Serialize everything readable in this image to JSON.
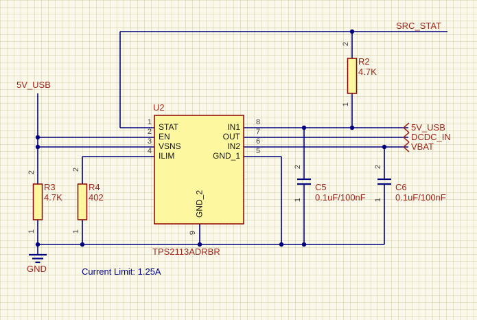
{
  "u2": {
    "designator": "U2",
    "part": "TPS2113ADRBR",
    "pins_left": [
      {
        "num": "1",
        "name": "STAT"
      },
      {
        "num": "2",
        "name": "EN"
      },
      {
        "num": "3",
        "name": "VSNS"
      },
      {
        "num": "4",
        "name": "ILIM"
      }
    ],
    "pins_right": [
      {
        "num": "8",
        "name": "IN1"
      },
      {
        "num": "7",
        "name": "OUT"
      },
      {
        "num": "6",
        "name": "IN2"
      },
      {
        "num": "5",
        "name": "GND_1"
      }
    ],
    "pin_bottom": {
      "num": "9",
      "name": "GND_2"
    }
  },
  "r2": {
    "designator": "R2",
    "value": "4.7K",
    "pin_top": "2",
    "pin_bottom": "1"
  },
  "r3": {
    "designator": "R3",
    "value": "4.7K",
    "pin_top": "2",
    "pin_bottom": "1"
  },
  "r4": {
    "designator": "R4",
    "value": "402",
    "pin_top": "2",
    "pin_bottom": "1"
  },
  "c5": {
    "designator": "C5",
    "value": "0.1uF/100nF",
    "pin_top": "2",
    "pin_bottom": "1"
  },
  "c6": {
    "designator": "C6",
    "value": "0.1uF/100nF",
    "pin_top": "2",
    "pin_bottom": "1"
  },
  "labels": {
    "src_stat": "SRC_STAT",
    "v5_usb_left": "5V_USB",
    "gnd": "GND"
  },
  "ports": {
    "p1": "5V_USB",
    "p2": "DCDC_IN",
    "p3": "VBAT"
  },
  "annotation": {
    "current_limit": "Current Limit: 1.25A"
  },
  "colors": {
    "background": "#FAF8EA",
    "wire": "#00007E",
    "part_fill": "#FDF7A0",
    "part_border": "#8B0000",
    "net_label": "#9E251B",
    "annotation": "#00008B"
  }
}
